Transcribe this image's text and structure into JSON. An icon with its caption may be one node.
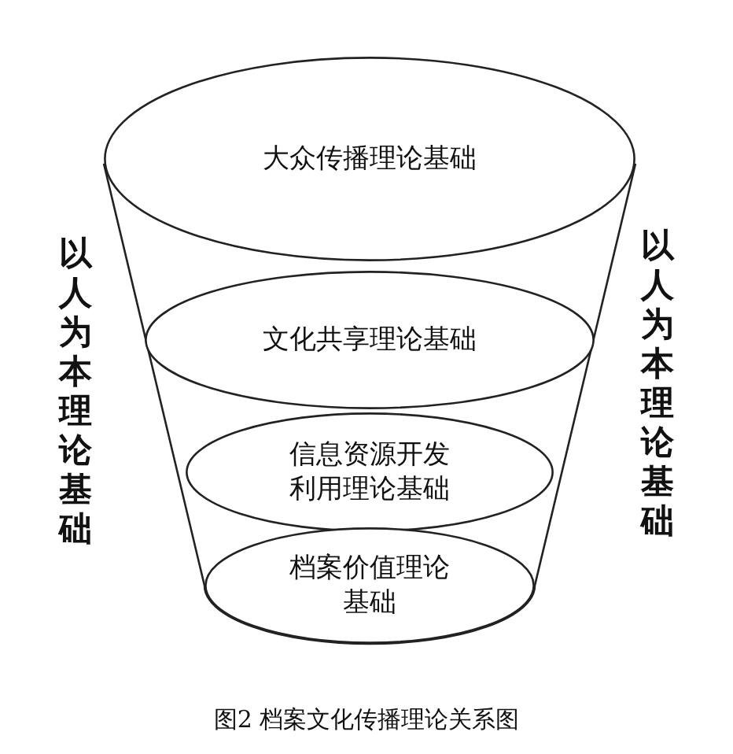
{
  "diagram": {
    "caption": "图2 档案文化传播理论关系图",
    "nodes": [
      {
        "text": [
          "大众传播理论基础"
        ]
      },
      {
        "text": [
          "文化共享理论基础"
        ]
      },
      {
        "text": [
          "信息资源开发利用理论基础"
        ]
      },
      {
        "text": [
          "档案价值理论基础"
        ]
      }
    ],
    "labels": [
      "以人为本理论基础",
      "以人为本理论基础"
    ]
  }
}
